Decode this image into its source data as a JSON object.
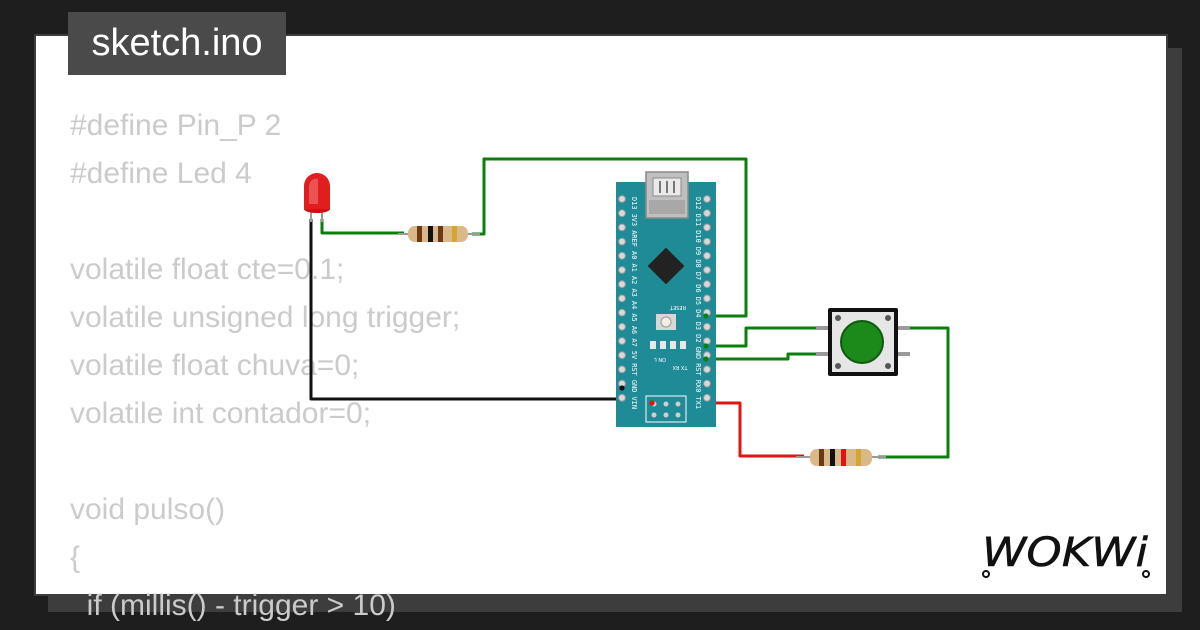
{
  "file_tab": {
    "label": "sketch.ino"
  },
  "code_lines": [
    "#define Pin_P 2",
    "#define Led 4",
    "",
    "volatile float cte=0.1;",
    "volatile unsigned long trigger;",
    "volatile float chuva=0;",
    "volatile int contador=0;",
    "",
    "void pulso()",
    "{",
    "  if (millis() - trigger > 10)"
  ],
  "board": {
    "left_pins": "D13 3V3 AREF A0 A1 A2 A3 A4 A5 A6 A7 5V RST GND VIN",
    "right_pins": "D12 D11 D10 D9 D8 D7 D6 D5 D4 D3 D2 GND RST RX0 TX1",
    "reset_label": "RESET",
    "led_labels": "TX RX",
    "power_labels": "ON L"
  },
  "brand": {
    "logo": "WOKWi"
  },
  "colors": {
    "background": "#1e1e1e",
    "tab": "#4a4a4a",
    "code_text": "#cbcbcb",
    "board": "#1e8b96",
    "wire_green": "#0b7f0b",
    "wire_black": "#111111",
    "wire_red": "#e01414",
    "button_cap": "#1b8a1b",
    "led": "#e11e1e"
  }
}
